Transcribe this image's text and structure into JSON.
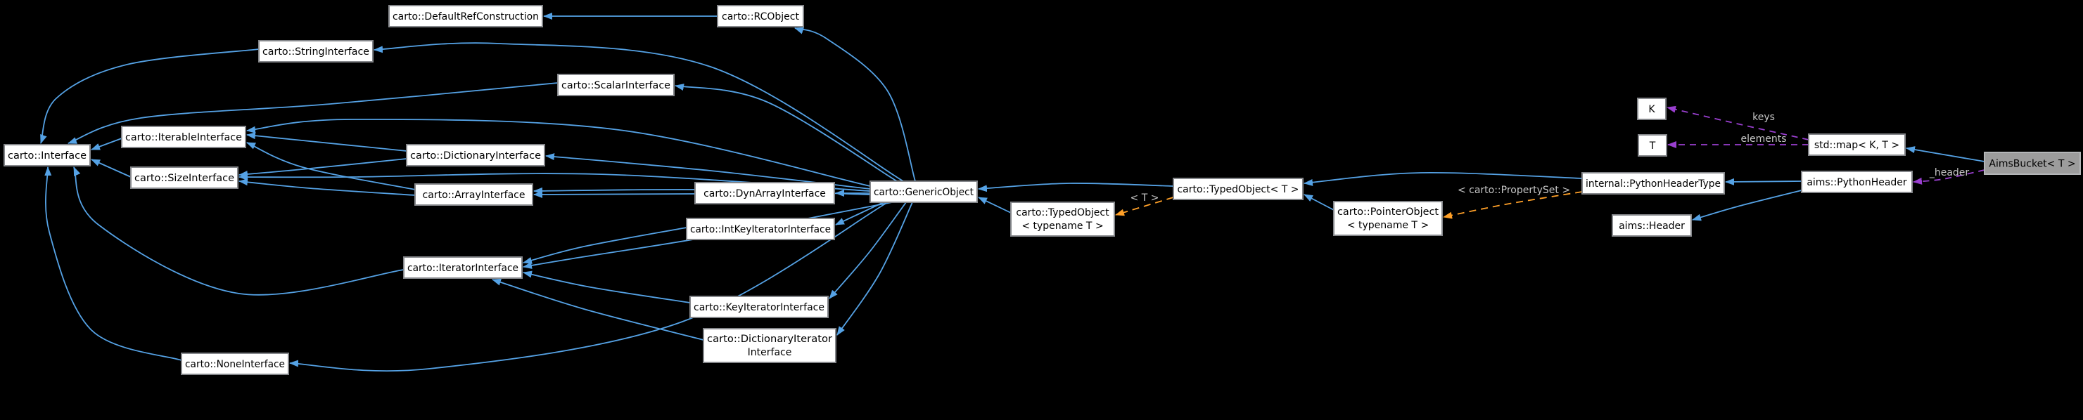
{
  "diagram": {
    "type": "class-collaboration-graph",
    "background_color": "#000000",
    "colors": {
      "inheritance_edge": "#55a2e5",
      "usage_edge": "#9a3fd0",
      "template_edge": "#ffa028",
      "edge_label": "#c6c6c6",
      "node_fill": "#ffffff",
      "node_border": "#85878b",
      "node_text": "#000000",
      "highlight_fill": "#9c9c9c",
      "highlight_border": "#b4b6b8"
    },
    "nodes": [
      {
        "id": "interface",
        "lines": [
          "carto::Interface"
        ],
        "highlighted": false
      },
      {
        "id": "string",
        "lines": [
          "carto::StringInterface"
        ],
        "highlighted": false
      },
      {
        "id": "defaultref",
        "lines": [
          "carto::DefaultRefConstruction"
        ],
        "highlighted": false
      },
      {
        "id": "rcobject",
        "lines": [
          "carto::RCObject"
        ],
        "highlighted": false
      },
      {
        "id": "scalar",
        "lines": [
          "carto::ScalarInterface"
        ],
        "highlighted": false
      },
      {
        "id": "iterable",
        "lines": [
          "carto::IterableInterface"
        ],
        "highlighted": false
      },
      {
        "id": "size",
        "lines": [
          "carto::SizeInterface"
        ],
        "highlighted": false
      },
      {
        "id": "dictionary",
        "lines": [
          "carto::DictionaryInterface"
        ],
        "highlighted": false
      },
      {
        "id": "array",
        "lines": [
          "carto::ArrayInterface"
        ],
        "highlighted": false
      },
      {
        "id": "dynarray",
        "lines": [
          "carto::DynArrayInterface"
        ],
        "highlighted": false
      },
      {
        "id": "intkey",
        "lines": [
          "carto::IntKeyIteratorInterface"
        ],
        "highlighted": false
      },
      {
        "id": "iterator",
        "lines": [
          "carto::IteratorInterface"
        ],
        "highlighted": false
      },
      {
        "id": "keyiter",
        "lines": [
          "carto::KeyIteratorInterface"
        ],
        "highlighted": false
      },
      {
        "id": "dictiter",
        "lines": [
          "carto::DictionaryIterator",
          "Interface"
        ],
        "highlighted": false
      },
      {
        "id": "none",
        "lines": [
          "carto::NoneInterface"
        ],
        "highlighted": false
      },
      {
        "id": "generic",
        "lines": [
          "carto::GenericObject"
        ],
        "highlighted": false
      },
      {
        "id": "typed2",
        "lines": [
          "carto::TypedObject",
          "< typename T >"
        ],
        "highlighted": false
      },
      {
        "id": "typed1",
        "lines": [
          "carto::TypedObject< T >"
        ],
        "highlighted": false
      },
      {
        "id": "pointer",
        "lines": [
          "carto::PointerObject",
          "< typename T >"
        ],
        "highlighted": false
      },
      {
        "id": "phtype",
        "lines": [
          "internal::PythonHeaderType"
        ],
        "highlighted": false
      },
      {
        "id": "pyheader",
        "lines": [
          "aims::PythonHeader"
        ],
        "highlighted": false
      },
      {
        "id": "aimsheader",
        "lines": [
          "aims::Header"
        ],
        "highlighted": false
      },
      {
        "id": "K",
        "lines": [
          "K"
        ],
        "highlighted": false
      },
      {
        "id": "T",
        "lines": [
          "T"
        ],
        "highlighted": false
      },
      {
        "id": "stdmap",
        "lines": [
          "std::map< K, T >"
        ],
        "highlighted": false
      },
      {
        "id": "aimsbucket",
        "lines": [
          "AimsBucket< T >"
        ],
        "highlighted": true
      }
    ],
    "edges": [
      {
        "source": "string",
        "target": "interface",
        "type": "inheritance"
      },
      {
        "source": "scalar",
        "target": "interface",
        "type": "inheritance"
      },
      {
        "source": "iterable",
        "target": "interface",
        "type": "inheritance"
      },
      {
        "source": "size",
        "target": "interface",
        "type": "inheritance"
      },
      {
        "source": "iterator",
        "target": "interface",
        "type": "inheritance"
      },
      {
        "source": "none",
        "target": "interface",
        "type": "inheritance"
      },
      {
        "source": "dictionary",
        "target": "iterable",
        "type": "inheritance"
      },
      {
        "source": "dictionary",
        "target": "size",
        "type": "inheritance"
      },
      {
        "source": "array",
        "target": "iterable",
        "type": "inheritance"
      },
      {
        "source": "array",
        "target": "size",
        "type": "inheritance"
      },
      {
        "source": "dynarray",
        "target": "array",
        "type": "inheritance"
      },
      {
        "source": "intkey",
        "target": "iterator",
        "type": "inheritance"
      },
      {
        "source": "keyiter",
        "target": "iterator",
        "type": "inheritance"
      },
      {
        "source": "dictiter",
        "target": "iterator",
        "type": "inheritance"
      },
      {
        "source": "rcobject",
        "target": "defaultref",
        "type": "inheritance"
      },
      {
        "source": "generic",
        "target": "rcobject",
        "type": "inheritance"
      },
      {
        "source": "generic",
        "target": "string",
        "type": "inheritance"
      },
      {
        "source": "generic",
        "target": "scalar",
        "type": "inheritance"
      },
      {
        "source": "generic",
        "target": "iterable",
        "type": "inheritance"
      },
      {
        "source": "generic",
        "target": "size",
        "type": "inheritance"
      },
      {
        "source": "generic",
        "target": "dictionary",
        "type": "inheritance"
      },
      {
        "source": "generic",
        "target": "array",
        "type": "inheritance"
      },
      {
        "source": "generic",
        "target": "dynarray",
        "type": "inheritance"
      },
      {
        "source": "generic",
        "target": "intkey",
        "type": "inheritance"
      },
      {
        "source": "generic",
        "target": "iterator",
        "type": "inheritance"
      },
      {
        "source": "generic",
        "target": "keyiter",
        "type": "inheritance"
      },
      {
        "source": "generic",
        "target": "dictiter",
        "type": "inheritance"
      },
      {
        "source": "generic",
        "target": "none",
        "type": "inheritance"
      },
      {
        "source": "typed2",
        "target": "generic",
        "type": "inheritance"
      },
      {
        "source": "typed1",
        "target": "generic",
        "type": "inheritance"
      },
      {
        "source": "pointer",
        "target": "typed1",
        "type": "inheritance"
      },
      {
        "source": "phtype",
        "target": "typed1",
        "type": "inheritance"
      },
      {
        "source": "pyheader",
        "target": "phtype",
        "type": "inheritance"
      },
      {
        "source": "pyheader",
        "target": "aimsheader",
        "type": "inheritance"
      },
      {
        "source": "aimsbucket",
        "target": "stdmap",
        "type": "inheritance"
      },
      {
        "source": "stdmap",
        "target": "K",
        "type": "usage",
        "label": "keys"
      },
      {
        "source": "stdmap",
        "target": "T",
        "type": "usage",
        "label": "elements"
      },
      {
        "source": "aimsbucket",
        "target": "pyheader",
        "type": "usage",
        "label": "_header"
      },
      {
        "source": "typed1",
        "target": "typed2",
        "type": "template",
        "label": "< T >"
      },
      {
        "source": "phtype",
        "target": "pointer",
        "type": "template",
        "label": "< carto::PropertySet >"
      }
    ]
  }
}
